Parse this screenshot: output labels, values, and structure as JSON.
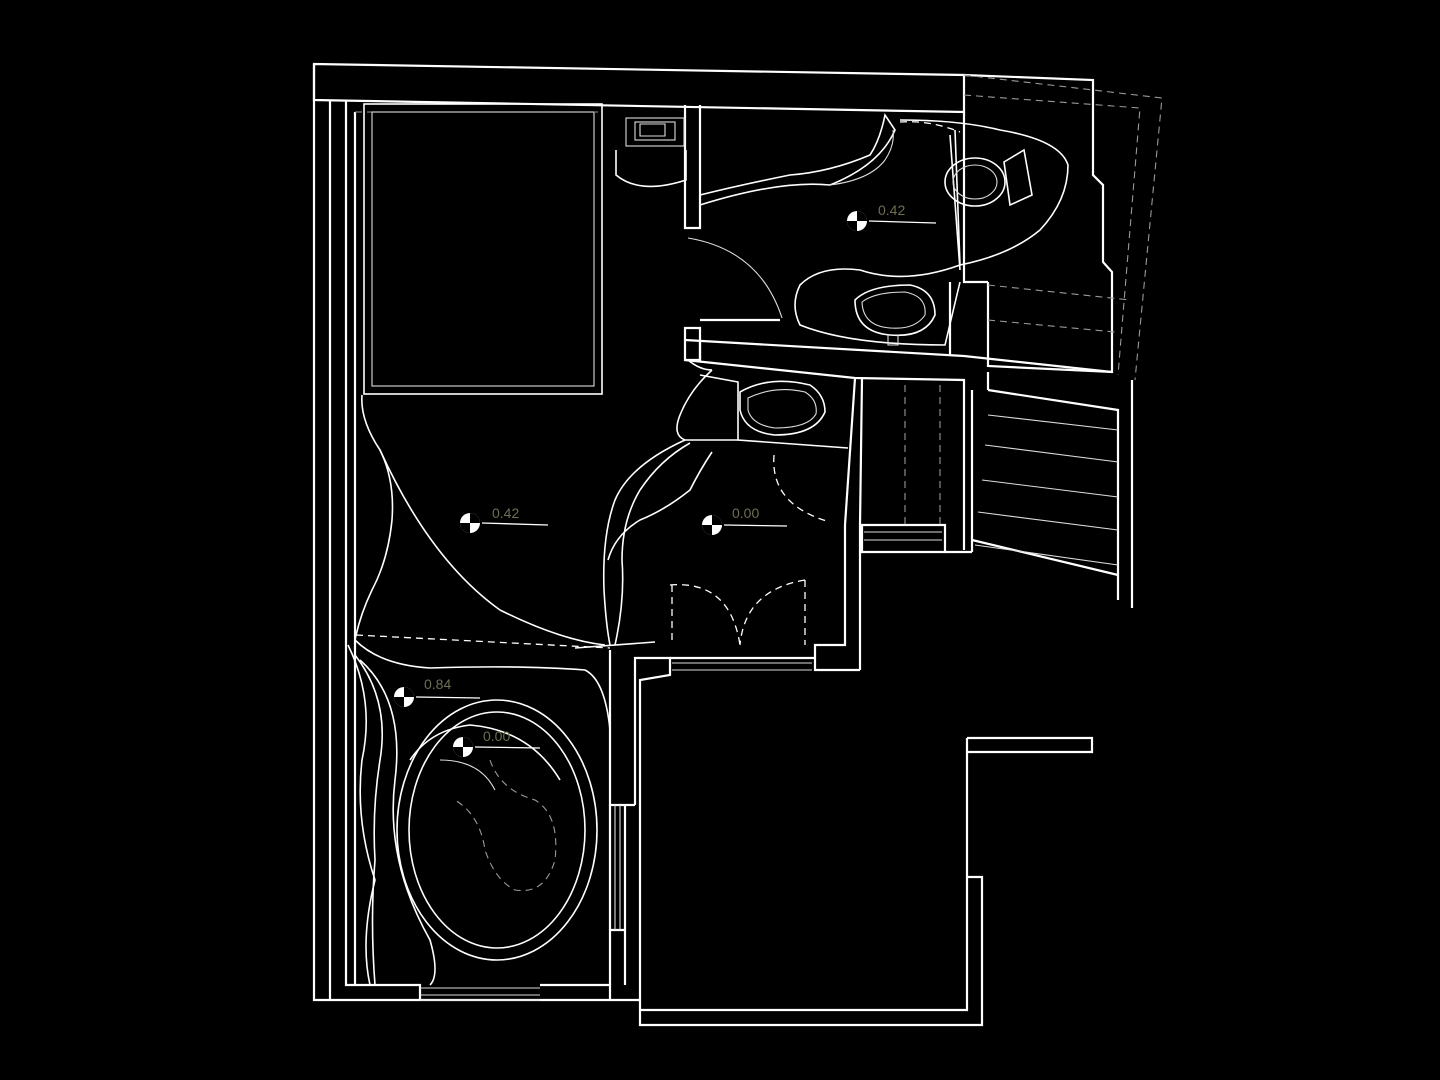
{
  "levels": {
    "bathroom_top": "0.42",
    "main_room": "0.42",
    "corridor": "0.00",
    "bath_platform": "0.84",
    "tub_floor": "0.00"
  },
  "colors": {
    "background": "#000000",
    "lines": "#ffffff",
    "level_text": "#6e6e52"
  }
}
